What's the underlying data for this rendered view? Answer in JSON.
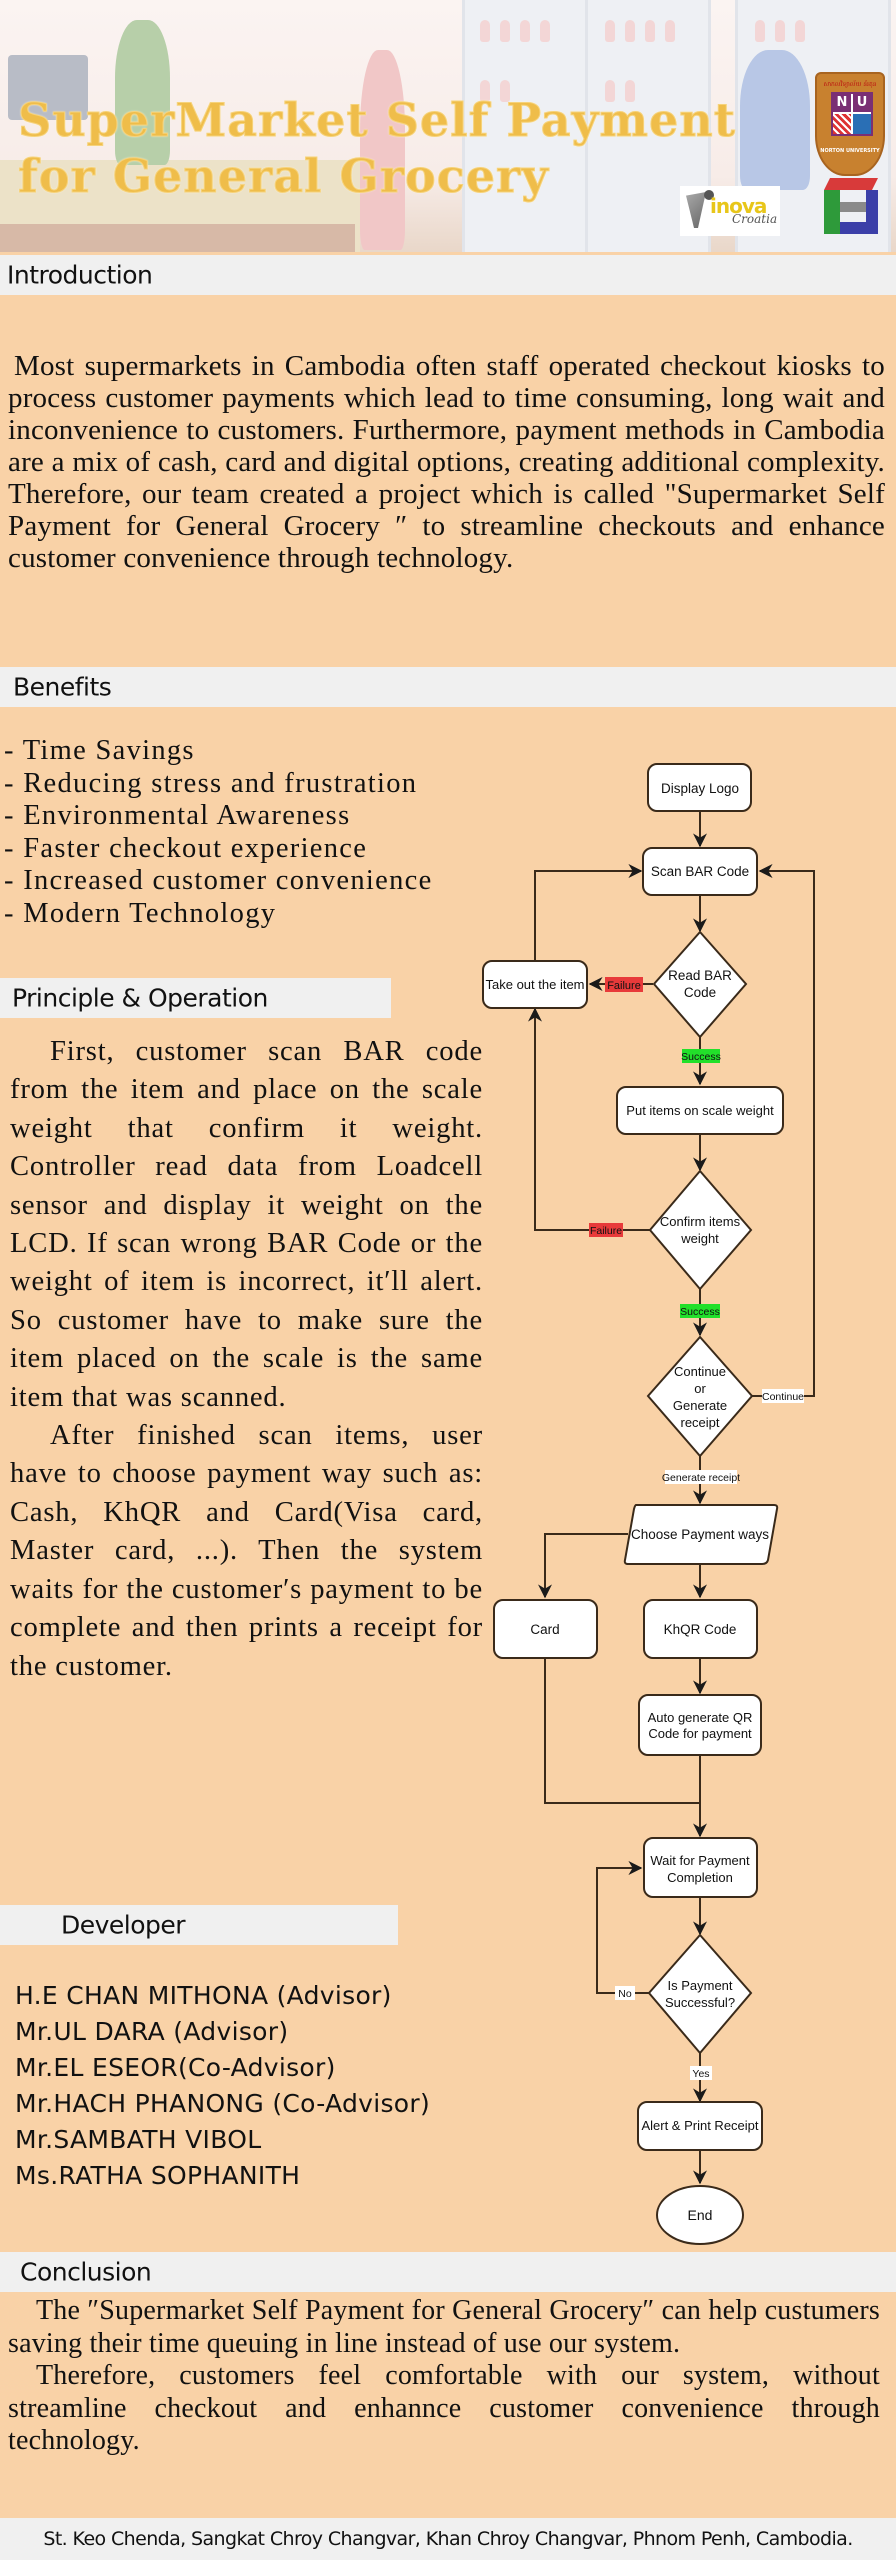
{
  "banner": {
    "title_line1": "SuperMarket Self Payment",
    "title_line2": "for General Grocery",
    "logos": {
      "university": {
        "top_text": "សាកលវិទ្យាល័យ ន័រតុន",
        "letters_left": "N",
        "letters_right": "U",
        "bottom_text": "NORTON UNIVERSITY"
      },
      "inova": {
        "word": "inova",
        "sub": "Croatia"
      },
      "e_logo": "e-logo"
    },
    "colors": {
      "title": "#efbd4a",
      "page_bg": "#f9d2a7",
      "section_header_bg": "#f0f0f0"
    }
  },
  "introduction": {
    "heading": "Introduction",
    "text": "Most supermarkets in Cambodia often staff operated checkout kiosks to process customer payments which lead to time consuming, long wait and inconvenience to customers. Furthermore, payment methods in Cambodia are a mix of cash, card and digital options, creating additional complexity. Therefore, our team created a project which is called \"Supermarket Self Payment for General Grocery ″ to streamline checkouts and enhance customer convenience through technology."
  },
  "benefits": {
    "heading": "Benefits",
    "items": [
      "- Time Savings",
      "- Reducing stress and frustration",
      "- Environmental Awareness",
      "- Faster checkout experience",
      "- Increased customer convenience",
      "- Modern Technology"
    ]
  },
  "principle": {
    "heading": "Principle & Operation",
    "paragraphs": [
      "First, customer scan BAR code from the item and place on the scale weight that confirm it weight. Controller read data from Loadcell sensor and display it weight on the LCD. If scan wrong BAR Code or the weight of item is incorrect, it′ll alert. So customer have to make sure the item placed on the scale is the same item that was scanned.",
      "After finished scan items, user have to choose payment way such as: Cash, KhQR and Card(Visa card, Master card, ...). Then the system waits for the customer′s payment to be complete and then prints a receipt for the customer."
    ]
  },
  "flowchart": {
    "nodes": {
      "display_logo": [
        "Display Logo"
      ],
      "scan_bar_code": [
        "Scan BAR Code"
      ],
      "read_bar_code": [
        "Read BAR",
        "Code"
      ],
      "take_out_item": [
        "Take out the item"
      ],
      "put_on_scale": [
        "Put items on scale weight"
      ],
      "confirm_weight": [
        "Confirm items",
        "weight"
      ],
      "continue_or_generate": [
        "Continue",
        "or",
        "Generate",
        "receipt"
      ],
      "choose_payment": [
        "Choose Payment ways"
      ],
      "card": [
        "Card"
      ],
      "khqr": [
        "KhQR Code"
      ],
      "auto_qr": [
        "Auto generate QR",
        "Code for payment"
      ],
      "wait_payment": [
        "Wait for Payment",
        "Completion"
      ],
      "is_payment_successful": [
        "Is Payment",
        "Successful?"
      ],
      "alert_print": [
        "Alert & Print Receipt"
      ],
      "end": [
        "End"
      ]
    },
    "edge_labels": {
      "read_failure": "Failure",
      "read_success": "Success",
      "weight_failure": "Failure",
      "weight_success": "Success",
      "continue": "Continue",
      "generate_receipt": "Generate receipt",
      "payment_no": "No",
      "payment_yes": "Yes"
    },
    "colors": {
      "failure": "#e83a3a",
      "success": "#22e02a",
      "neutral_label": "#ffffff"
    }
  },
  "developer": {
    "heading": "Developer",
    "members": [
      "H.E CHAN MITHONA (Advisor)",
      "Mr.UL DARA (Advisor)",
      "Mr.EL ESEOR(Co-Advisor)",
      "Mr.HACH PHANONG (Co-Advisor)",
      "Mr.SAMBATH VIBOL",
      "Ms.RATHA SOPHANITH"
    ]
  },
  "conclusion": {
    "heading": "Conclusion",
    "paragraphs": [
      "The ″Supermarket Self Payment for General Grocery″ can help custumers saving their time queuing in line instead of use our system.",
      "Therefore, customers feel comfortable with our system, without streamline checkout and enhannce customer convenience through technology."
    ]
  },
  "footer": {
    "address": "St. Keo Chenda, Sangkat Chroy Changvar, Khan Chroy Changvar, Phnom Penh, Cambodia."
  }
}
